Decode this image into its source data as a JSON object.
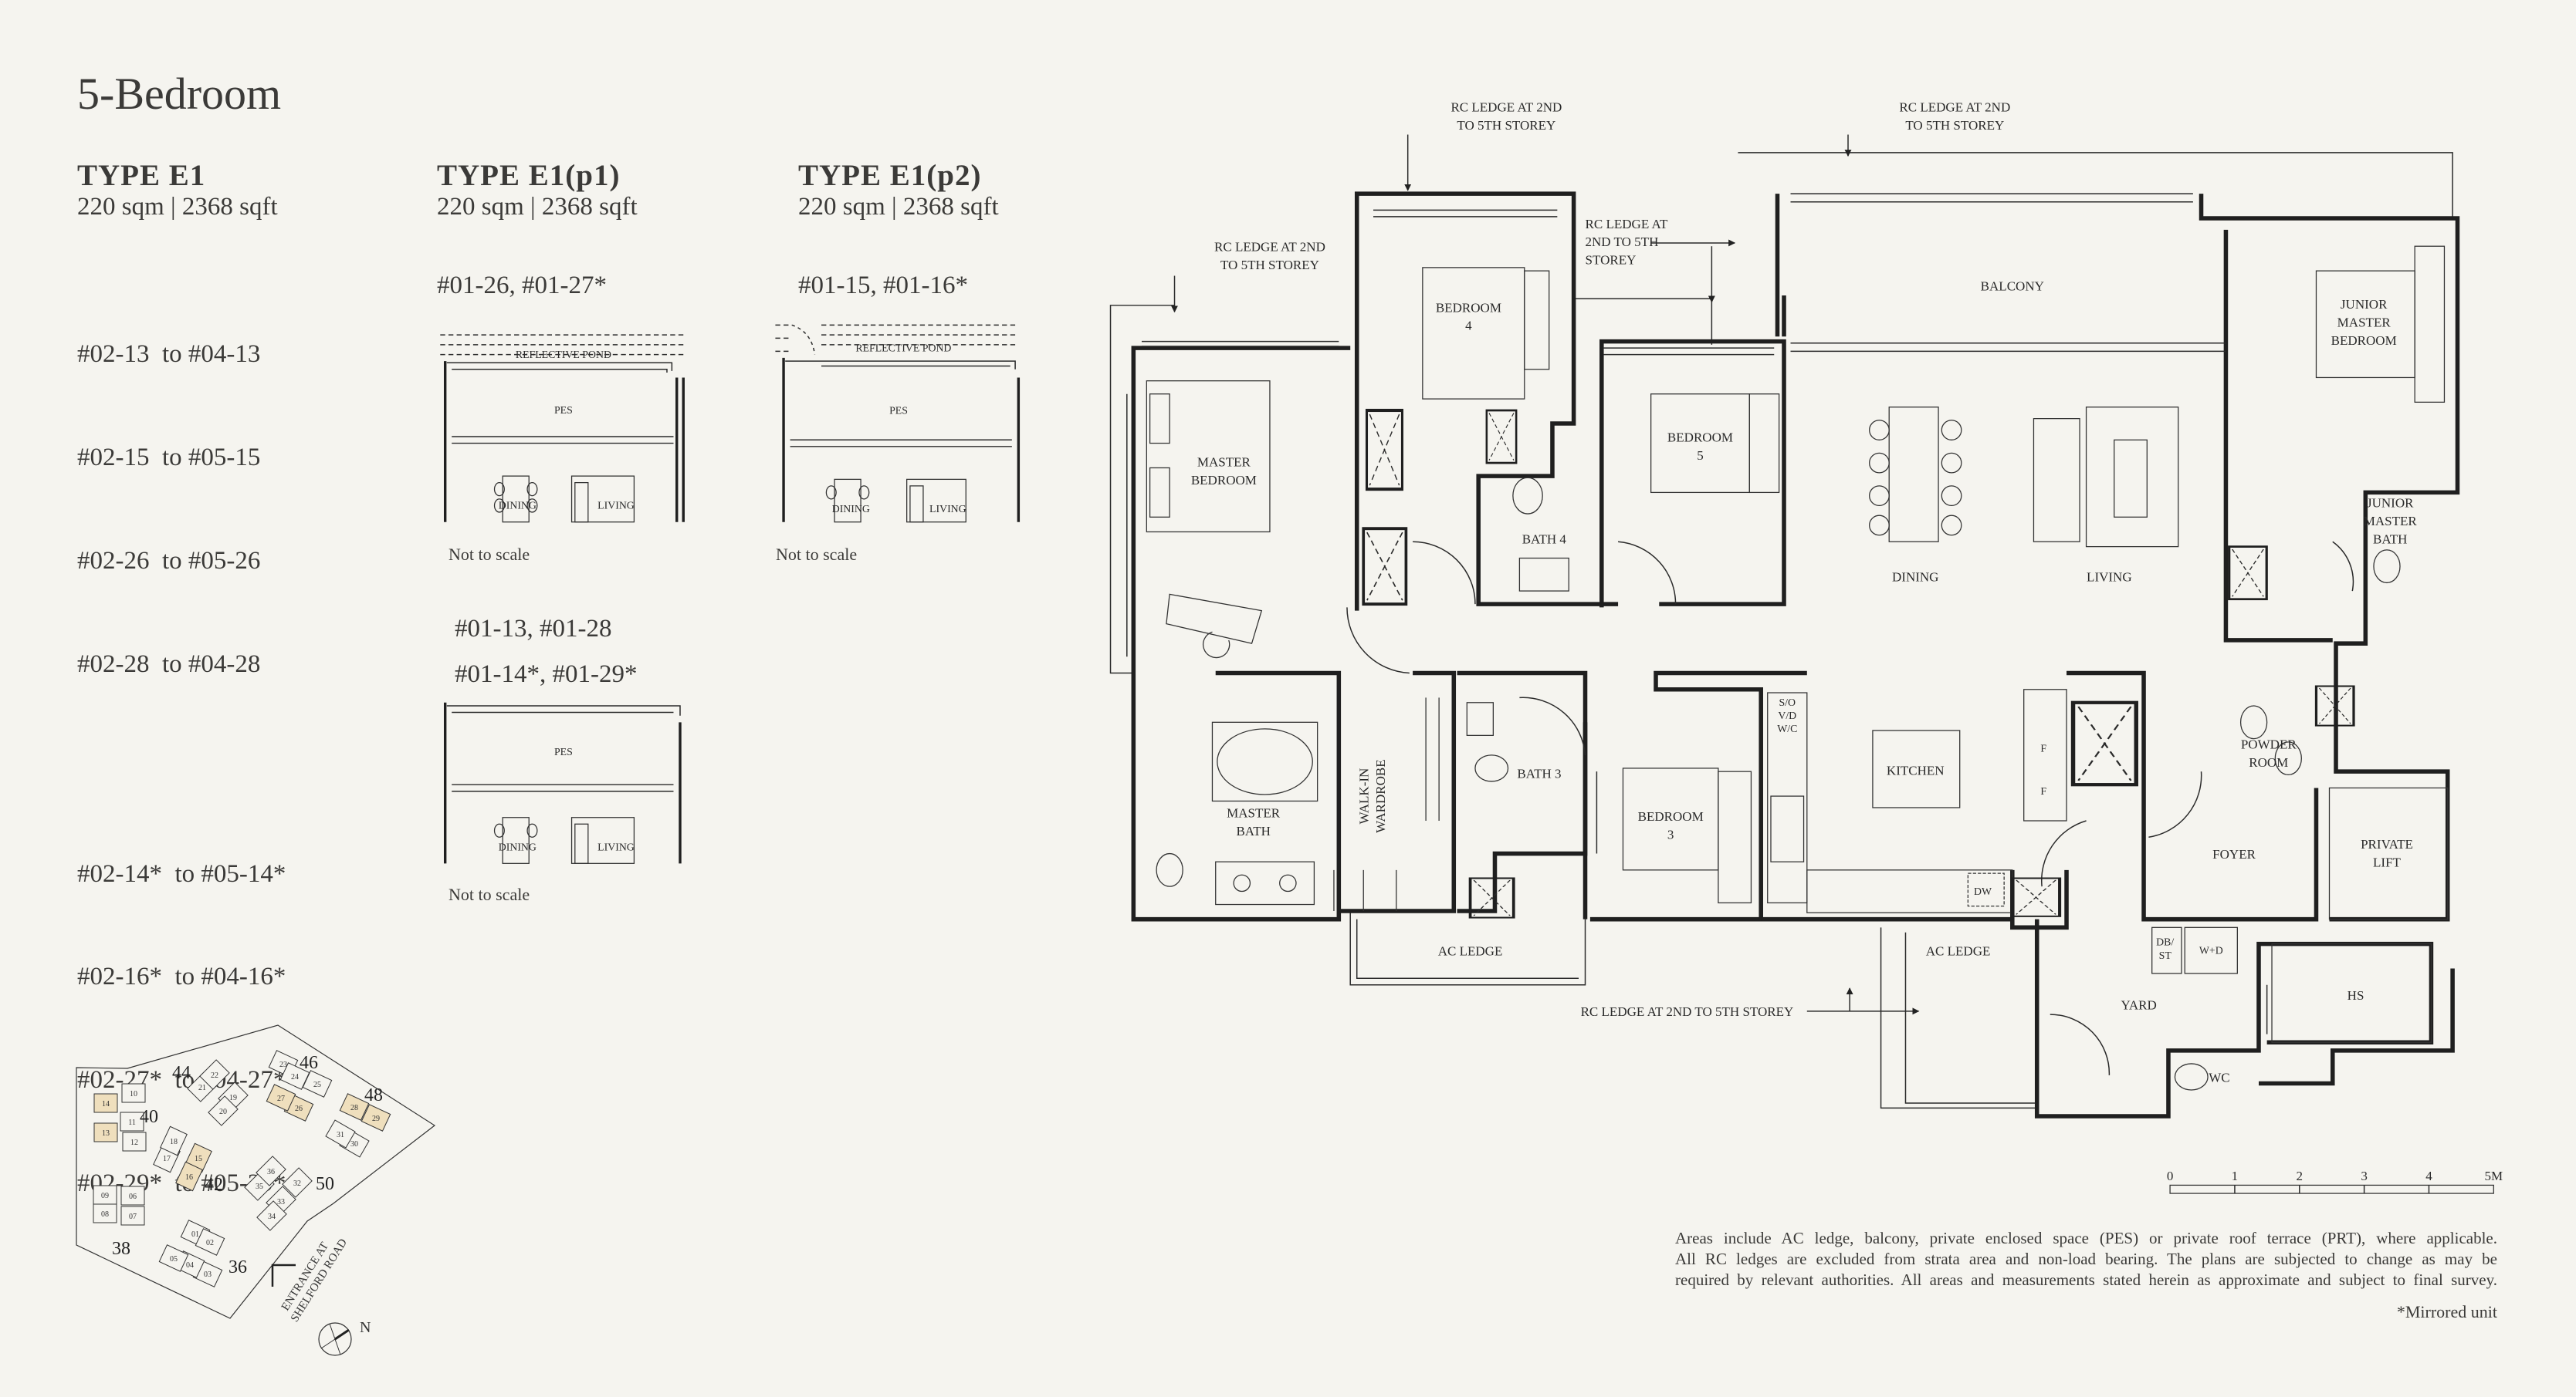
{
  "page": {
    "title": "5-Bedroom"
  },
  "types": [
    {
      "name": "TYPE E1",
      "area": "220 sqm | 2368 sqft",
      "units_group_1": [
        "#02-13  to #04-13",
        "#02-15  to #05-15",
        "#02-26  to #05-26",
        "#02-28  to #04-28"
      ],
      "units_group_2": [
        "#02-14*  to #05-14*",
        "#02-16*  to #04-16*",
        "#02-27*  to #04-27*",
        "#02-29*  to #05-29*"
      ]
    },
    {
      "name": "TYPE E1(p1)",
      "area": "220 sqm | 2368 sqft",
      "units": "#01-26, #01-27*",
      "note": "Not to scale"
    },
    {
      "name": "TYPE E1(p2)",
      "area": "220 sqm | 2368 sqft",
      "units": "#01-15, #01-16*",
      "note": "Not to scale",
      "extra_units": [
        "#01-13, #01-28",
        "#01-14*, #01-29*"
      ],
      "extra_note": "Not to scale"
    }
  ],
  "thumbnail_labels": {
    "pond": "REFLECTIVE POND",
    "pes": "PES",
    "dining": "DINING",
    "living": "LIVING"
  },
  "floor_plan": {
    "rc_ledge_1": [
      "RC LEDGE AT 2ND",
      "TO 5TH STOREY"
    ],
    "rc_ledge_2": [
      "RC LEDGE AT 2ND",
      "TO 5TH STOREY"
    ],
    "rc_ledge_3": [
      "RC LEDGE AT 2ND",
      "TO 5TH STOREY"
    ],
    "rc_ledge_4": [
      "RC LEDGE AT",
      "2ND TO 5TH",
      "STOREY"
    ],
    "rc_ledge_5": "RC LEDGE AT 2ND TO 5TH STOREY",
    "balcony": "BALCONY",
    "bedroom_4": [
      "BEDROOM",
      "4"
    ],
    "bedroom_5": [
      "BEDROOM",
      "5"
    ],
    "bedroom_3": [
      "BEDROOM",
      "3"
    ],
    "junior_master_bedroom": [
      "JUNIOR",
      "MASTER",
      "BEDROOM"
    ],
    "junior_master_bath": [
      "JUNIOR",
      "MASTER",
      "BATH"
    ],
    "master_bedroom": [
      "MASTER",
      "BEDROOM"
    ],
    "master_bath": [
      "MASTER",
      "BATH"
    ],
    "walk_in_wardrobe": [
      "WALK-IN",
      "WARDROBE"
    ],
    "bath_4": "BATH 4",
    "bath_3": "BATH 3",
    "dining": "DINING",
    "living": "LIVING",
    "kitchen": "KITCHEN",
    "svw": [
      "S/O",
      "V/D",
      "W/C"
    ],
    "fridge": "F",
    "dw": "DW",
    "powder_room": [
      "POWDER",
      "ROOM"
    ],
    "foyer": "FOYER",
    "private_lift": [
      "PRIVATE",
      "LIFT"
    ],
    "ac_ledge_1": "AC LEDGE",
    "ac_ledge_2": "AC LEDGE",
    "db_st": [
      "DB/",
      "ST"
    ],
    "w_d": "W+D",
    "yard": "YARD",
    "hs": "HS",
    "wc": "WC"
  },
  "scale_bar": {
    "labels": [
      "0",
      "1",
      "2",
      "3",
      "4",
      "5M"
    ]
  },
  "disclaimer": [
    "Areas include AC ledge, balcony, private enclosed space (PES) or private roof terrace (PRT), where applicable.",
    "All RC ledges are excluded from strata area and non-load bearing. The plans are subjected to change as may be",
    "required by relevant authorities. All areas and measurements stated herein as approximate and subject to final survey."
  ],
  "mirrored_note": "*Mirrored unit",
  "site_map": {
    "blocks": [
      "44",
      "46",
      "48",
      "40",
      "42",
      "50",
      "38",
      "36"
    ],
    "units": [
      "01",
      "02",
      "03",
      "04",
      "05",
      "06",
      "07",
      "08",
      "09",
      "10",
      "11",
      "12",
      "13",
      "14",
      "15",
      "16",
      "17",
      "18",
      "19",
      "20",
      "21",
      "22",
      "23",
      "24",
      "25",
      "26",
      "27",
      "28",
      "29",
      "30",
      "31",
      "32",
      "33",
      "34",
      "35",
      "36"
    ],
    "highlighted_units": [
      "13",
      "14",
      "15",
      "16",
      "26",
      "27",
      "28",
      "29"
    ],
    "entrance": [
      "ENTRANCE AT",
      "SHELFORD ROAD"
    ],
    "north": "N"
  },
  "colors": {
    "background": "#f5f4ef",
    "text": "#3b3a38",
    "highlight": "#efdfbd",
    "wall": "#1f1f1f"
  }
}
